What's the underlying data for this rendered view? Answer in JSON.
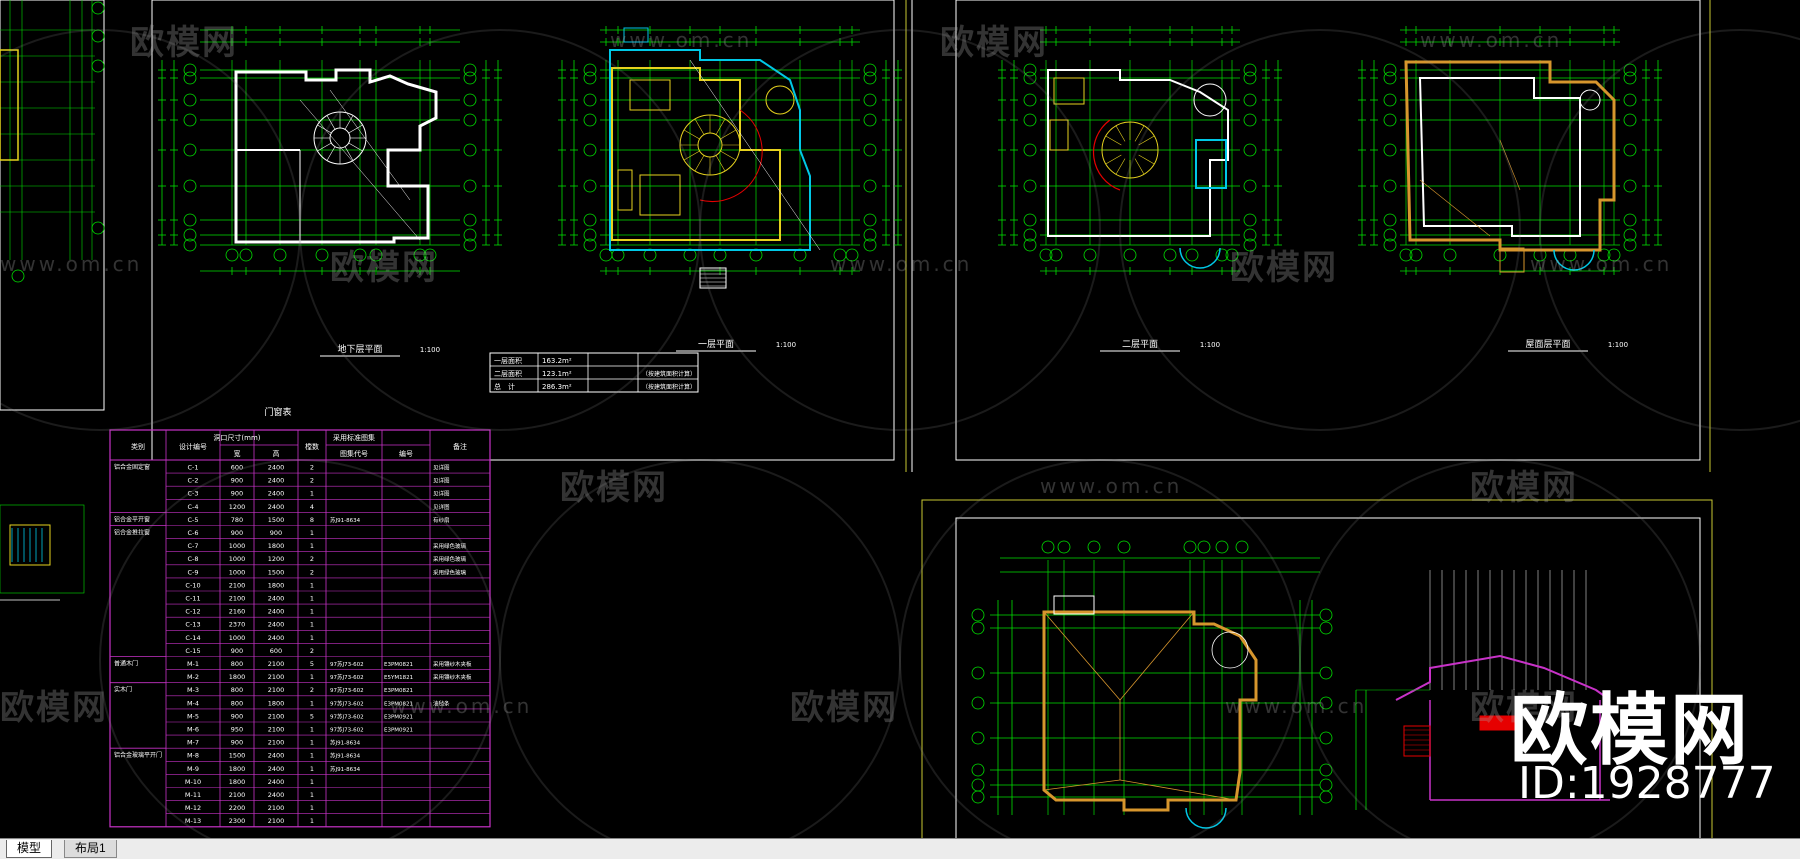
{
  "drawings": {
    "basement_plan": {
      "title": "地下层平面",
      "scale": "1:100"
    },
    "first_floor_plan": {
      "title": "一层平面",
      "scale": "1:100"
    },
    "second_floor_plan": {
      "title": "二层平面",
      "scale": "1:100"
    },
    "roof_plan": {
      "title": "屋面层平面",
      "scale": "1:100"
    }
  },
  "area_table": {
    "rows": [
      {
        "label": "一层面积",
        "value": "163.2m²",
        "note": ""
      },
      {
        "label": "二层面积",
        "value": "123.1m²",
        "note": "（按建筑面积计算）"
      },
      {
        "label": "总　计",
        "value": "286.3m²",
        "note": "（按建筑面积计算）"
      }
    ]
  },
  "door_window_table": {
    "title": "门窗表",
    "headers": {
      "category": "类别",
      "code": "设计编号",
      "opening": "洞口尺寸(mm)",
      "width": "宽",
      "height": "高",
      "count": "樘数",
      "atlas": "采用标准图集",
      "atlas_code": "图集代号",
      "atlas_no": "编号",
      "remark": "备注"
    },
    "groups": [
      {
        "label": "铝合金固定窗",
        "row": 0
      },
      {
        "label": "铝合金平开窗",
        "row": 4
      },
      {
        "label": "铝合金推拉窗",
        "row": 5
      },
      {
        "label": "普通木门",
        "row": 15
      },
      {
        "label": "实木门",
        "row": 17
      },
      {
        "label": "铝合金玻璃平开门",
        "row": 22
      }
    ],
    "rows": [
      [
        "C-1",
        "600",
        "2400",
        "2",
        "",
        "",
        "见详图"
      ],
      [
        "C-2",
        "900",
        "2400",
        "2",
        "",
        "",
        "见详图"
      ],
      [
        "C-3",
        "900",
        "2400",
        "1",
        "",
        "",
        "见详图"
      ],
      [
        "C-4",
        "1200",
        "2400",
        "4",
        "",
        "",
        "见详图"
      ],
      [
        "C-5",
        "780",
        "1500",
        "8",
        "苏J91-8634",
        "",
        "有纱扇"
      ],
      [
        "C-6",
        "900",
        "900",
        "1",
        "",
        "",
        ""
      ],
      [
        "C-7",
        "1000",
        "1800",
        "1",
        "",
        "",
        "采用绿色玻璃"
      ],
      [
        "C-8",
        "1000",
        "1200",
        "2",
        "",
        "",
        "采用绿色玻璃"
      ],
      [
        "C-9",
        "1000",
        "1500",
        "2",
        "",
        "",
        "采用绿色玻璃"
      ],
      [
        "C-10",
        "2100",
        "1800",
        "1",
        "",
        "",
        ""
      ],
      [
        "C-11",
        "2100",
        "2400",
        "1",
        "",
        "",
        ""
      ],
      [
        "C-12",
        "2160",
        "2400",
        "1",
        "",
        "",
        ""
      ],
      [
        "C-13",
        "2370",
        "2400",
        "1",
        "",
        "",
        ""
      ],
      [
        "C-14",
        "1000",
        "2400",
        "1",
        "",
        "",
        ""
      ],
      [
        "C-15",
        "900",
        "600",
        "2",
        "",
        "",
        ""
      ],
      [
        "M-1",
        "800",
        "2100",
        "5",
        "97苏J73-602",
        "E3PM0821",
        "采用镶纱木夹板"
      ],
      [
        "M-2",
        "1800",
        "2100",
        "1",
        "97苏J73-602",
        "E5YM1821",
        "采用镶纱木夹板"
      ],
      [
        "M-3",
        "800",
        "2100",
        "2",
        "97苏J73-602",
        "E3PM0821",
        ""
      ],
      [
        "M-4",
        "800",
        "1800",
        "1",
        "97苏J73-602",
        "E3PM0821",
        "油毡条"
      ],
      [
        "M-5",
        "900",
        "2100",
        "5",
        "97苏J73-602",
        "E3PM0921",
        ""
      ],
      [
        "M-6",
        "950",
        "2100",
        "1",
        "97苏J73-602",
        "E3PM0921",
        ""
      ],
      [
        "M-7",
        "900",
        "2100",
        "1",
        "苏J91-8634",
        "",
        ""
      ],
      [
        "M-8",
        "1500",
        "2400",
        "1",
        "苏J91-8634",
        "",
        ""
      ],
      [
        "M-9",
        "1800",
        "2400",
        "1",
        "苏J91-8634",
        "",
        ""
      ],
      [
        "M-10",
        "1800",
        "2400",
        "1",
        "",
        "",
        ""
      ],
      [
        "M-11",
        "2100",
        "2400",
        "1",
        "",
        "",
        ""
      ],
      [
        "M-12",
        "2200",
        "2100",
        "1",
        "",
        "",
        ""
      ],
      [
        "M-13",
        "2300",
        "2100",
        "1",
        "",
        "",
        ""
      ]
    ]
  },
  "watermarks": {
    "logo": "欧模网",
    "url": "www.om.cn"
  },
  "brand": {
    "logo": "欧模网",
    "id": "ID:1928777"
  },
  "tabs": [
    {
      "label": "模型",
      "active": true
    },
    {
      "label": "布局1",
      "active": false
    }
  ],
  "colors": {
    "background": "#000000",
    "frame": "#ffffff",
    "frame_yellow": "#c8c832",
    "dimension": "#00e000",
    "wall": "#ffffff",
    "cyan": "#00c8e6",
    "yellow": "#e6d21e",
    "orange": "#d7962d",
    "magenta": "#c832c8",
    "red": "#e60000"
  }
}
